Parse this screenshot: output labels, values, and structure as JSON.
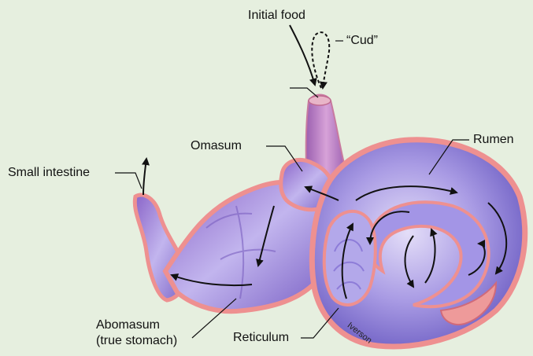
{
  "labels": {
    "initial_food": "Initial food",
    "cud": "“Cud”",
    "rumen": "Rumen",
    "omasum": "Omasum",
    "small_intestine": "Small intestine",
    "abomasum_line1": "Abomasum",
    "abomasum_line2": "(true stomach)",
    "reticulum": "Reticulum"
  },
  "signature": "Iverson",
  "colors": {
    "background": "#e6efdf",
    "organ_fill": "#9c8fe0",
    "organ_highlight": "#e2dcf8",
    "organ_rim": "#e98a8a",
    "arrow": "#111111"
  }
}
